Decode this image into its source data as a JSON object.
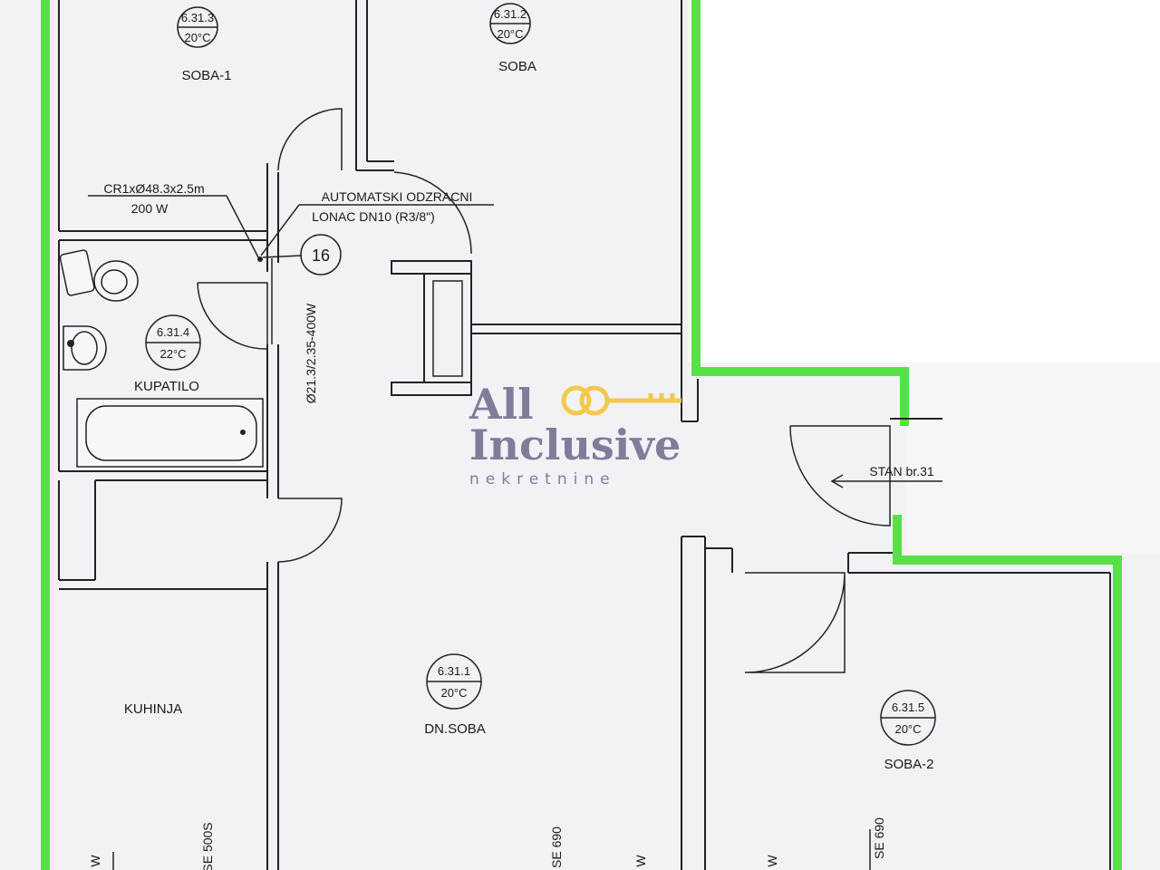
{
  "rooms": [
    {
      "id": "soba-1",
      "code": "6.31.3",
      "temp": "20°C",
      "name": "SOBA-1"
    },
    {
      "id": "soba",
      "code": "6.31.2",
      "temp": "20°C",
      "name": "SOBA"
    },
    {
      "id": "kupatilo",
      "code": "6.31.4",
      "temp": "22°C",
      "name": "KUPATILO"
    },
    {
      "id": "dn-soba",
      "code": "6.31.1",
      "temp": "20°C",
      "name": "DN.SOBA"
    },
    {
      "id": "soba-2",
      "code": "6.31.5",
      "temp": "20°C",
      "name": "SOBA-2"
    },
    {
      "id": "kuhinja",
      "name": "KUHINJA"
    }
  ],
  "annotations": {
    "radiator_line1": "CR1xØ48.3x2.5m",
    "radiator_line2": "200 W",
    "vent_line1": "AUTOMATSKI ODZRACNI",
    "vent_line2": "LONAC DN10 (R3/8\")",
    "riser_number": "16",
    "pipe_label": "Ø21.3/2.35-400W",
    "entrance": "STAN br.31",
    "bottom_left_radiator": "W",
    "bottom_left_se": "SE 500S",
    "bottom_mid_se": "SE 690",
    "bottom_mid_w": "W",
    "bottom_right_w": "W",
    "bottom_right_se": "SE 690"
  },
  "logo": {
    "line1": "All",
    "line2": "Inclusive",
    "tagline": "nekretnine",
    "text_color": "#7f7d9a",
    "key_color": "#f2c94c"
  },
  "colors": {
    "outline_green": "#58e048",
    "wall": "#222222",
    "background": "#f2f2f6"
  }
}
